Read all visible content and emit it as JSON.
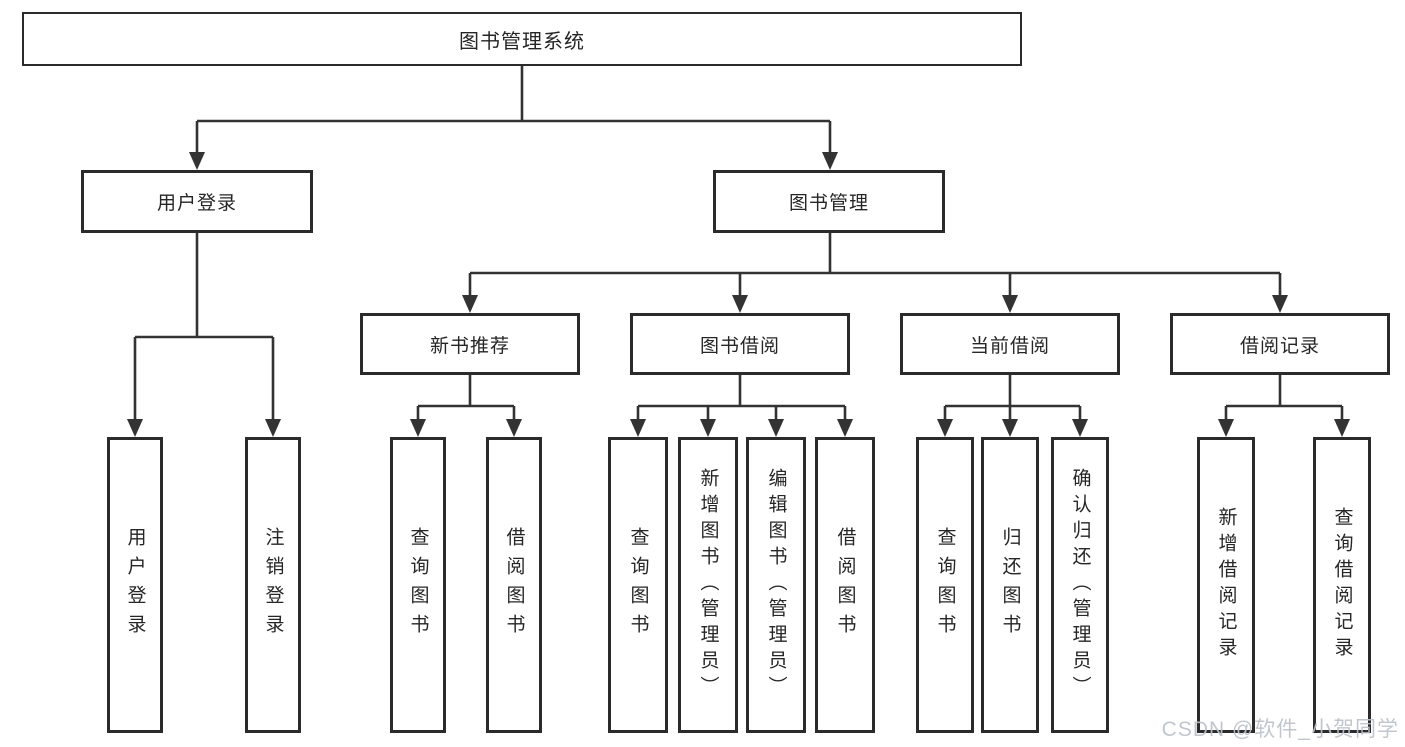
{
  "diagram": {
    "title": "图书管理系统",
    "tree": {
      "root": {
        "label": "图书管理系统"
      },
      "branches": [
        {
          "label": "用户登录",
          "children": [
            {
              "label": "用户登录"
            },
            {
              "label": "注销登录"
            }
          ]
        },
        {
          "label": "图书管理",
          "children": [
            {
              "label": "新书推荐",
              "children": [
                {
                  "label": "查询图书"
                },
                {
                  "label": "借阅图书"
                }
              ]
            },
            {
              "label": "图书借阅",
              "children": [
                {
                  "label": "查询图书"
                },
                {
                  "label": "新增图书（管理员）"
                },
                {
                  "label": "编辑图书（管理员）"
                },
                {
                  "label": "借阅图书"
                }
              ]
            },
            {
              "label": "当前借阅",
              "children": [
                {
                  "label": "查询图书"
                },
                {
                  "label": "归还图书"
                },
                {
                  "label": "确认归还（管理员）"
                }
              ]
            },
            {
              "label": "借阅记录",
              "children": [
                {
                  "label": "新增借阅记录"
                },
                {
                  "label": "查询借阅记录"
                }
              ]
            }
          ]
        }
      ]
    },
    "colors": {
      "line": "#333333",
      "box_border": "#2b2b2b",
      "text": "#262626",
      "background": "#ffffff",
      "watermark": "#bcc1ca"
    }
  },
  "watermark": {
    "text": "CSDN @软件_小贺同学"
  }
}
